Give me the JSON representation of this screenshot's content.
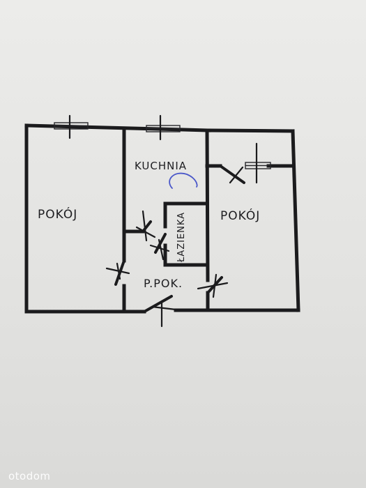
{
  "plan": {
    "rooms": {
      "room_left": "POKÓJ",
      "kitchen": "KUCHNIA",
      "room_right": "POKÓJ",
      "bathroom": "ŁAZIENKA",
      "hall": "P.POK."
    }
  },
  "watermark": "otodom",
  "colors": {
    "ink": "#1b1b1d",
    "paper": "#e6e6e4",
    "pen_blue": "#4a57c9"
  }
}
